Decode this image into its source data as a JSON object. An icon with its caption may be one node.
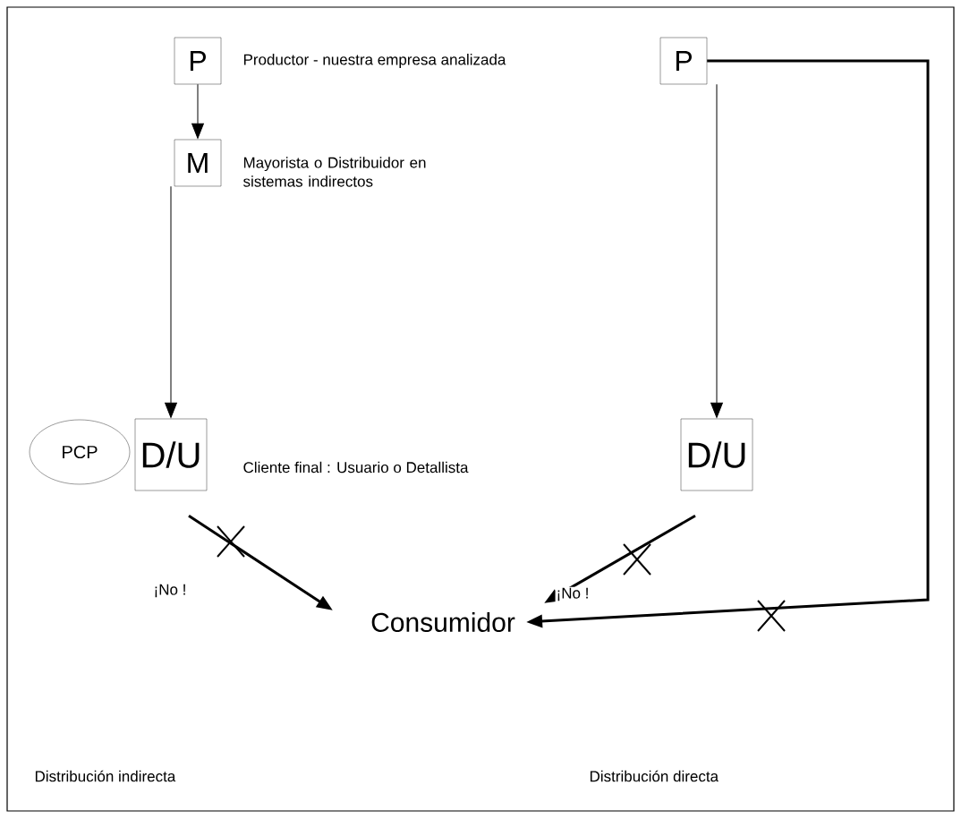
{
  "diagram": {
    "nodes": [
      {
        "text": [
          "P"
        ],
        "beside": [
          "Productor - nuestra empresa analizada"
        ]
      },
      {
        "text": [
          "M"
        ],
        "beside": [
          "Mayorista o Distribuidor en sistemas indirectos"
        ]
      },
      {
        "text": [
          "D/U"
        ],
        "beside": [
          "Cliente final : Usuario o Detallista"
        ]
      },
      {
        "text": [
          "PCP"
        ]
      },
      {
        "text": [
          "P"
        ]
      },
      {
        "text": [
          "D/U"
        ]
      },
      {
        "text": [
          "Consumidor"
        ]
      }
    ],
    "edges": [
      {
        "from": 0,
        "to": 1,
        "arrow": "to"
      },
      {
        "from": 1,
        "to": 2,
        "arrow": "to"
      },
      {
        "from": 4,
        "to": 5,
        "arrow": "to"
      },
      {
        "from": 2,
        "to": 6,
        "arrow": "to",
        "style": "thick",
        "label": "¡No !"
      },
      {
        "from": 5,
        "to": 6,
        "arrow": "to",
        "style": "thick",
        "label": "¡No !"
      },
      {
        "from": 4,
        "to": 6,
        "arrow": "to",
        "style": "thick"
      }
    ],
    "labels": [
      "Distribución indirecta",
      "Distribución directa"
    ]
  }
}
